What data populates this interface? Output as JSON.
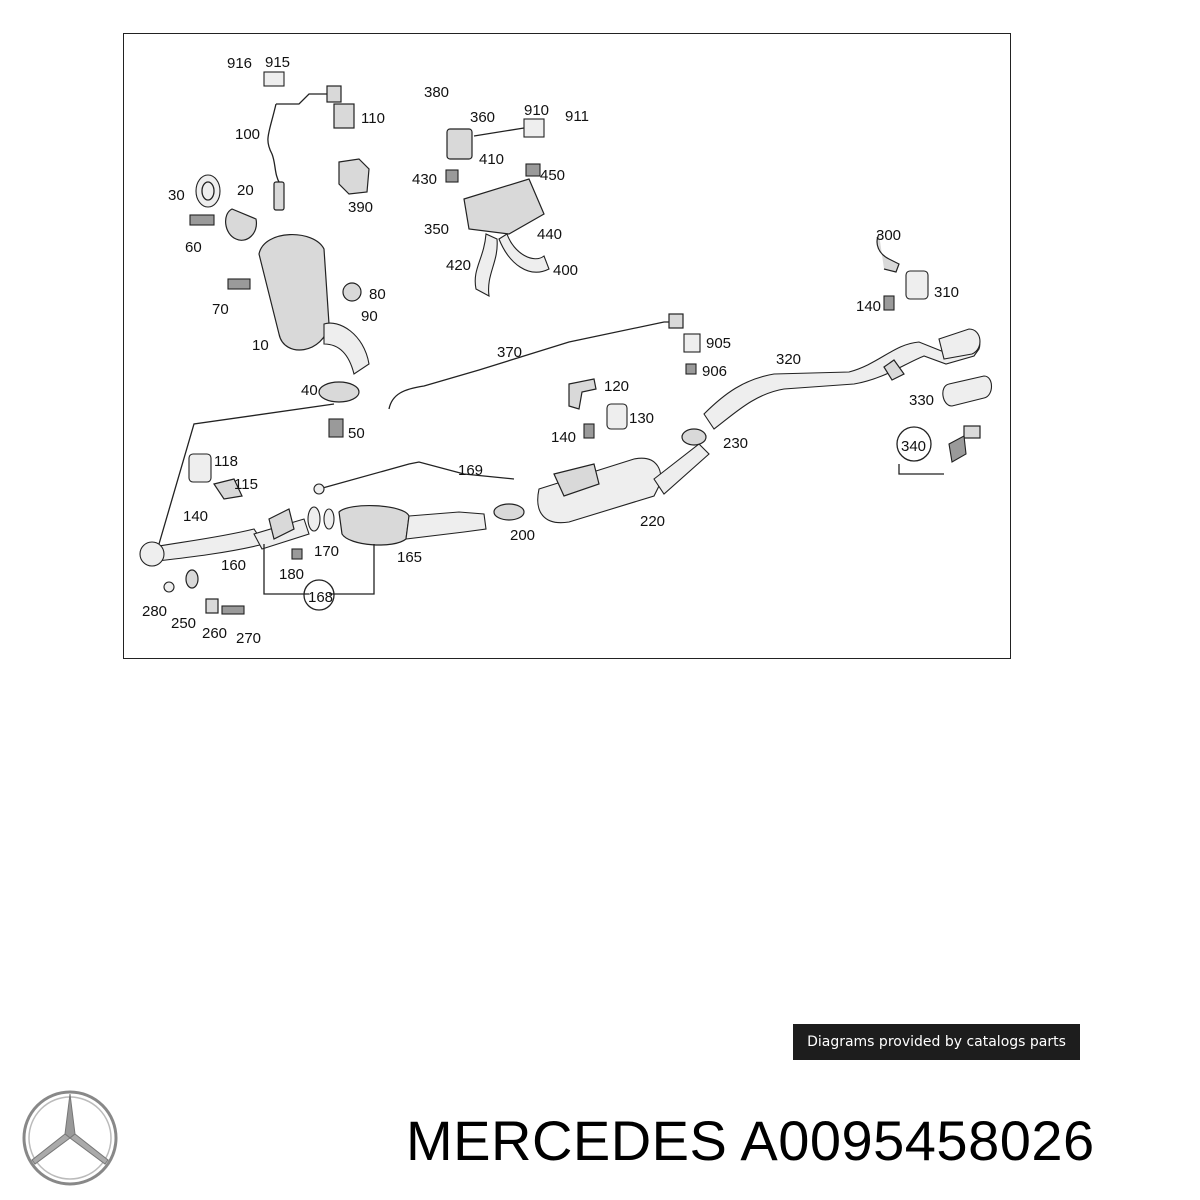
{
  "diagram": {
    "callouts": [
      "916",
      "915",
      "110",
      "100",
      "380",
      "360",
      "910",
      "911",
      "410",
      "430",
      "450",
      "390",
      "30",
      "20",
      "60",
      "350",
      "440",
      "420",
      "400",
      "300",
      "80",
      "70",
      "90",
      "140",
      "310",
      "10",
      "370",
      "905",
      "320",
      "906",
      "40",
      "120",
      "330",
      "130",
      "50",
      "140",
      "230",
      "340",
      "118",
      "169",
      "115",
      "140",
      "200",
      "220",
      "170",
      "165",
      "160",
      "180",
      "168",
      "280",
      "250",
      "260",
      "270"
    ]
  },
  "credit": "Diagrams provided by catalogs parts",
  "product": {
    "brand": "MERCEDES",
    "part_number": "A0095458026"
  },
  "logo_icon": "mercedes-star-icon"
}
